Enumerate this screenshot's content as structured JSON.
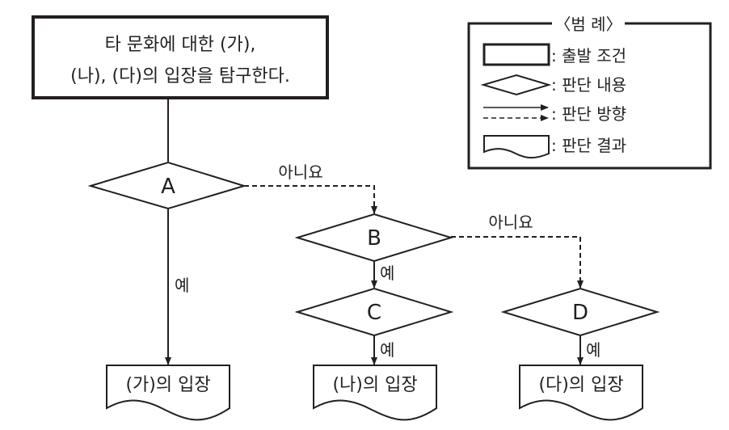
{
  "start": {
    "line1": "타 문화에 대한 (가),",
    "line2": "(나), (다)의 입장을 탐구한다."
  },
  "decisions": {
    "a": "A",
    "b": "B",
    "c": "C",
    "d": "D"
  },
  "labels": {
    "no_a": "아니요",
    "no_b": "아니요",
    "yes_a": "예",
    "yes_b": "예",
    "yes_c": "예",
    "yes_d": "예"
  },
  "results": {
    "ga": "(가)의 입장",
    "na": "(나)의 입장",
    "da": "(다)의 입장"
  },
  "legend": {
    "title": "〈범 례〉",
    "start": ": 출발 조건",
    "decision": ": 판단 내용",
    "direction": ": 판단 방향",
    "result": ": 판단 결과"
  },
  "colors": {
    "ink": "#231f20"
  }
}
